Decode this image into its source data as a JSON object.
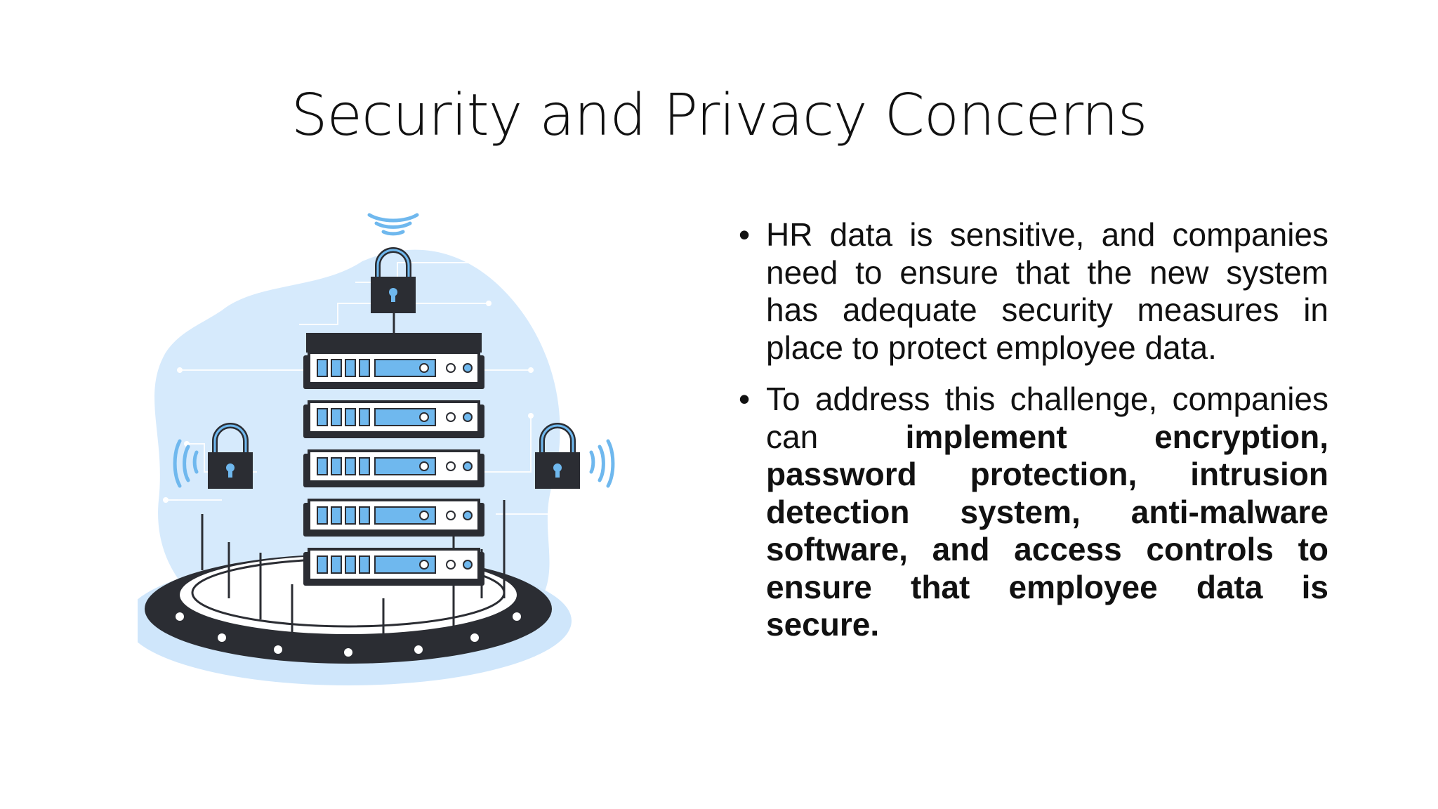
{
  "slide": {
    "title": "Security and Privacy Concerns",
    "bullets": [
      {
        "text": "HR data is sensitive, and companies need to ensure that the new system has adequate security measures in place to protect employee data."
      },
      {
        "text": "To address this challenge, companies can ",
        "bold_text": "implement encryption, password protection, intrusion detection system, anti-malware software, and access controls to ensure that employee data is secure."
      }
    ],
    "bullet_glyph": "•"
  },
  "illustration": {
    "subject": "server rack with padlocks and wireless signals on a circular platform",
    "icons": [
      "server-rack-icon",
      "padlock-icon",
      "wifi-signal-icon"
    ],
    "colors": {
      "accent_blue": "#6fb8ee",
      "light_blue": "#cfe6fb",
      "dark": "#2b2d33"
    },
    "server_units": 5,
    "padlocks": 3
  }
}
